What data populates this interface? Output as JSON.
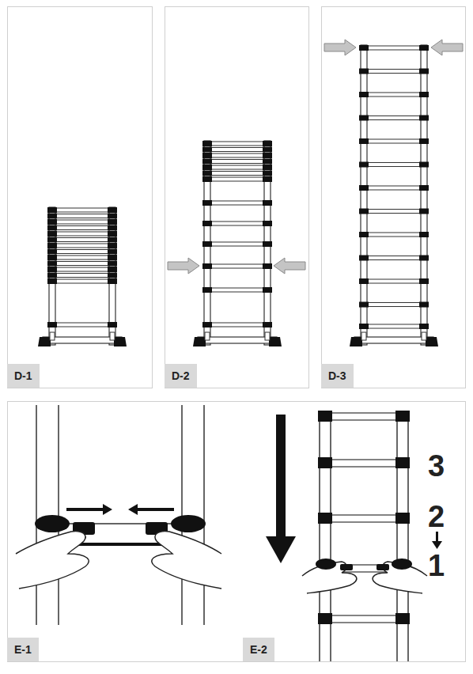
{
  "diagram": {
    "labels": [
      "D-1",
      "D-2",
      "D-3",
      "E-1",
      "E-2",
      "3",
      "2",
      "1"
    ]
  }
}
